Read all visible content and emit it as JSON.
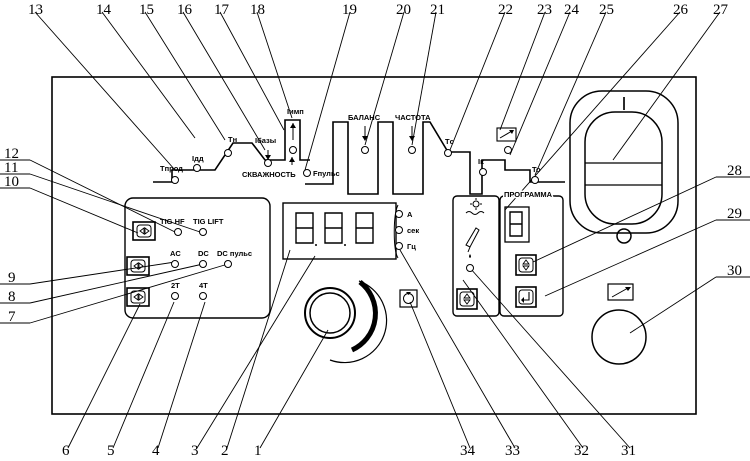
{
  "callouts": {
    "top": [
      "13",
      "14",
      "15",
      "16",
      "17",
      "18",
      "19",
      "20",
      "21",
      "22",
      "23",
      "24",
      "25",
      "26",
      "27"
    ],
    "left": [
      "12",
      "11",
      "10",
      "9",
      "8",
      "7"
    ],
    "right": [
      "28",
      "29",
      "30"
    ],
    "bottom": [
      "6",
      "5",
      "4",
      "3",
      "2",
      "1",
      "34",
      "33",
      "32",
      "31"
    ]
  },
  "waveform_labels": {
    "tprod": "Tпрод",
    "idd": "Iдд",
    "tn": "Tн",
    "ibase": "Iбазы",
    "imp": "Iимп",
    "duty": "СКВАЖНОСТЬ",
    "fpulse": "Fпульс",
    "balance": "БАЛАНС",
    "frequency": "ЧАСТОТА",
    "tc": "Tс",
    "ik": "Iк",
    "to": "To"
  },
  "mode_labels": {
    "tig_hf": "TIG HF",
    "tig_lift": "TIG LIFT",
    "ac": "AC",
    "dc": "DC",
    "dc_pulse": "DC пульс",
    "two_t": "2T",
    "four_t": "4T"
  },
  "display_units": {
    "amps": "A",
    "seconds": "сек",
    "hertz": "Гц"
  },
  "program": {
    "title": "ПРОГРАММА"
  },
  "power_switch": {
    "on_mark": "I"
  }
}
